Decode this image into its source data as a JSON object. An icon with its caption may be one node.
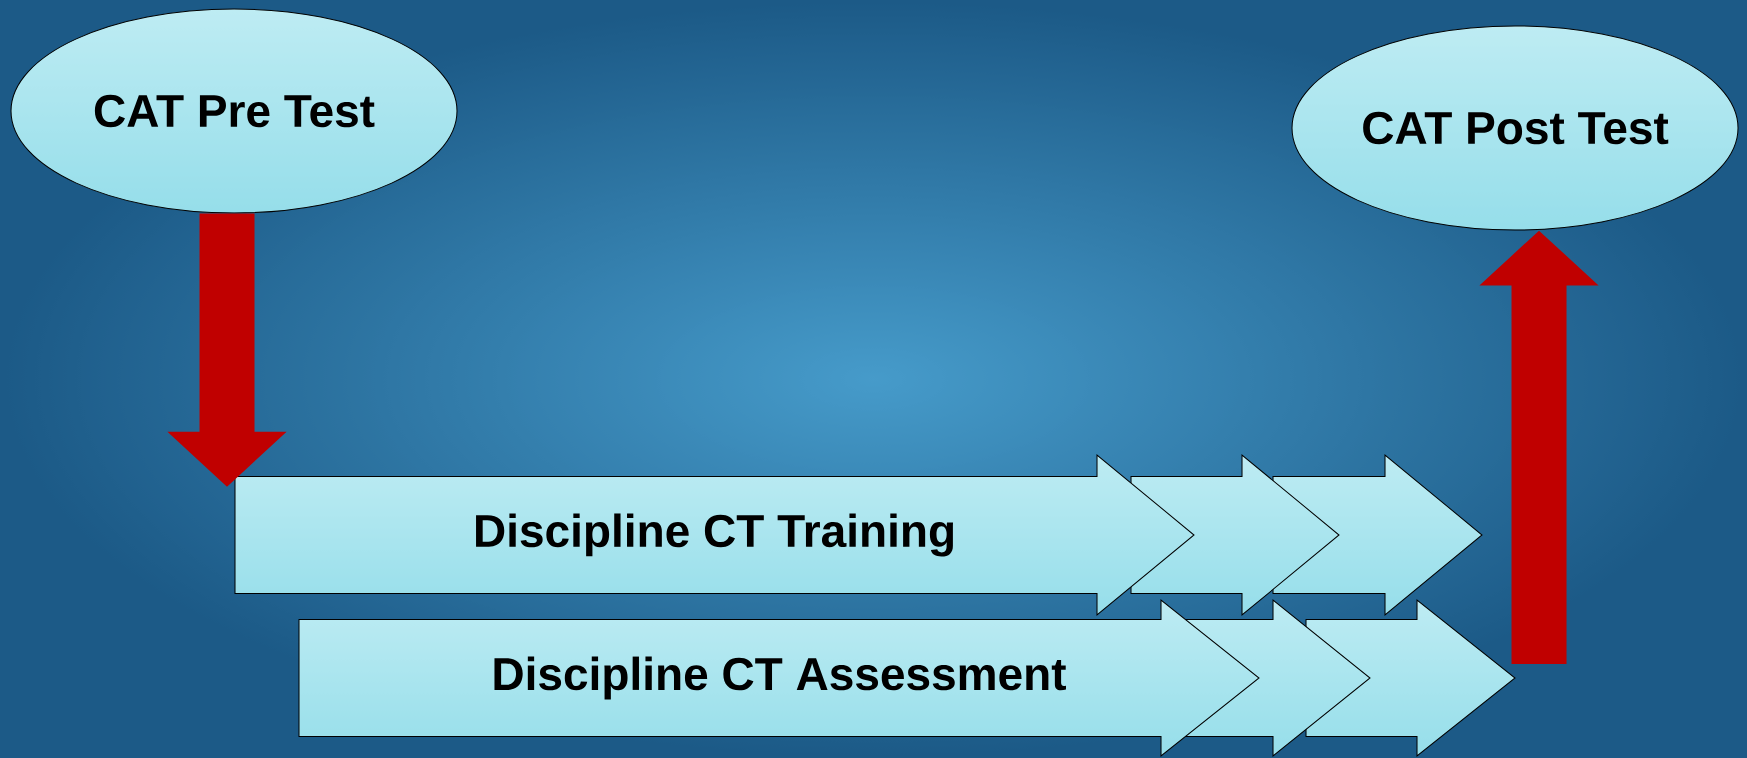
{
  "diagram": {
    "nodes": [
      {
        "text": [
          "CAT Pre Test"
        ]
      },
      {
        "text": [
          "CAT Post Test"
        ]
      },
      {
        "text": [
          "Discipline CT Training"
        ]
      },
      {
        "text": [
          "Discipline CT Assessment"
        ]
      }
    ],
    "edges": [
      {
        "from": 0,
        "to": 2,
        "arrow": "to"
      },
      {
        "from": null,
        "to": 1,
        "arrow": "to"
      }
    ]
  }
}
